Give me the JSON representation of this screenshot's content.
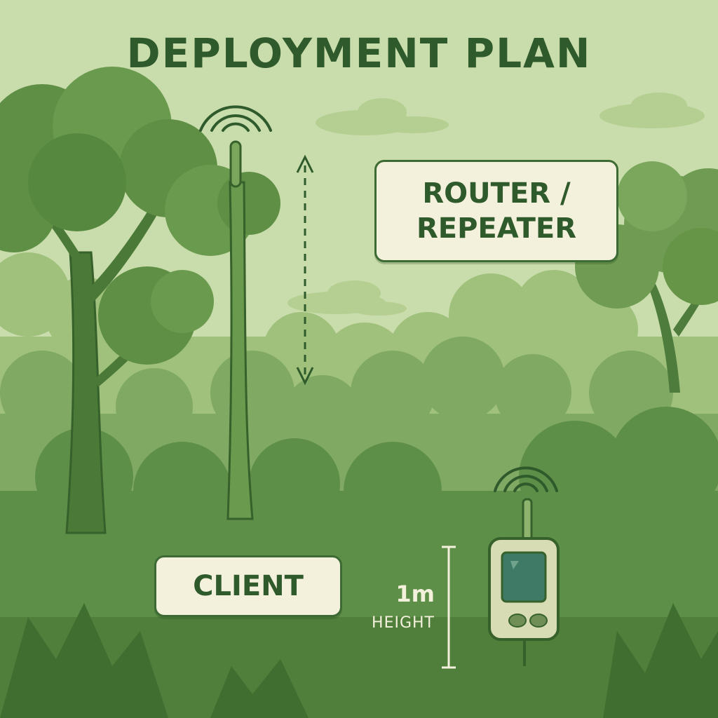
{
  "title": "DEPLOYMENT PLAN",
  "router_label": {
    "line1": "ROUTER /",
    "line2": "REPEATER"
  },
  "client_label": "CLIENT",
  "height_marker": {
    "value": "1m",
    "label": "HEIGHT"
  },
  "icons": {
    "router_signal": "wifi-signal-icon",
    "client_signal": "wifi-signal-icon",
    "client_device": "handheld-radio-icon"
  },
  "colors": {
    "sky": "#c9dcab",
    "forest_dark": "#3c6a33",
    "forest_mid": "#5e8f48",
    "forest_light": "#8fb46e",
    "label_bg": "#f3f0dc",
    "text": "#2f5a2b"
  }
}
